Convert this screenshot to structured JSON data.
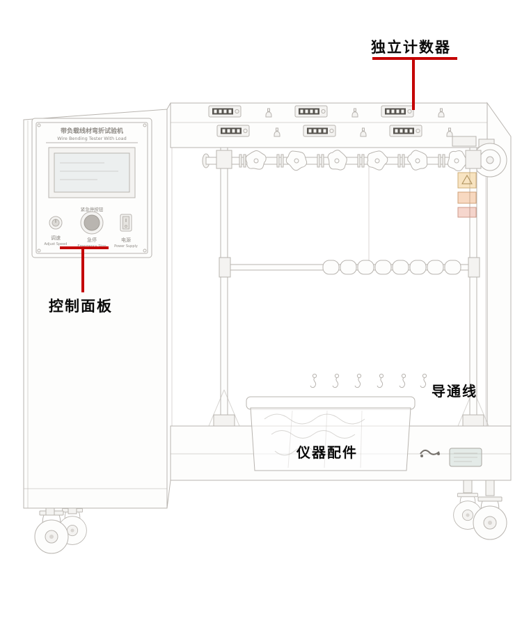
{
  "annotations": {
    "independent_counter": {
      "label": "独立计数器"
    },
    "control_panel": {
      "label": "控制面板"
    },
    "conduction_wire": {
      "label": "导通线"
    },
    "instrument_accessories": {
      "label": "仪器配件"
    }
  },
  "machine_panel": {
    "title_cn": "带负载线材弯折试验机",
    "title_en": "Wire Bending Tester With Load",
    "note": "紧急停按钮",
    "controls": {
      "adjust_speed": {
        "cn": "调速",
        "en": "Adjust Speed"
      },
      "emergency_stop": {
        "cn": "急停",
        "en": "Emergency Stop"
      },
      "power_supply": {
        "cn": "电源",
        "en": "Power Supply"
      }
    }
  },
  "colors": {
    "annotation_red": "#c40000",
    "label_text": "#0a0a0a",
    "sketch_stroke": "#b8b4af",
    "background": "#ffffff"
  }
}
